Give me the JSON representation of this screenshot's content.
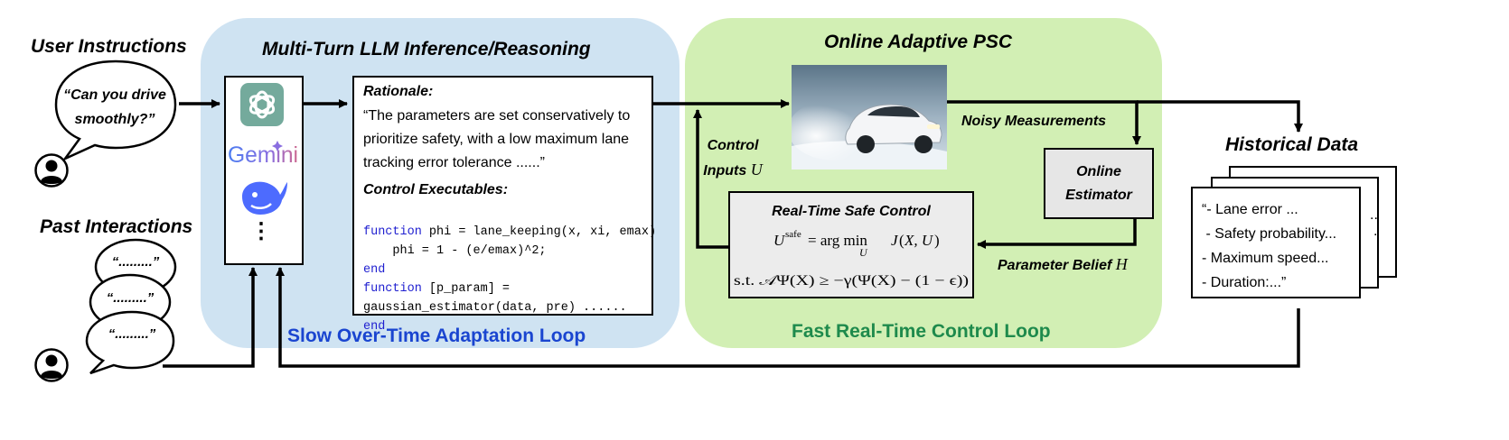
{
  "titles": {
    "user_instructions": "User Instructions",
    "past_interactions": "Past Interactions",
    "llm_panel": "Multi-Turn LLM Inference/Reasoning",
    "psc_panel": "Online Adaptive PSC",
    "historical_data": "Historical Data"
  },
  "user_quote": "“Can you drive smoothly?”",
  "past_bubble_text": "“.........”",
  "llm_models": [
    "ChatGPT",
    "Gemini",
    "DeepSeek",
    "⋮"
  ],
  "rationale": {
    "label": "Rationale:",
    "text": "“The parameters are set conservatively to prioritize safety, with a low maximum lane tracking error tolerance ......”"
  },
  "control_exec": {
    "label": "Control Executables:",
    "lines": [
      {
        "kw": "function",
        "rest": " phi = lane_keeping(x, xi, emax)"
      },
      {
        "kw": "",
        "rest": "    phi = 1 - (e/emax)^2;"
      },
      {
        "kw": "end",
        "rest": ""
      },
      {
        "kw": "function",
        "rest": " [p_param] ="
      },
      {
        "kw": "",
        "rest": "gaussian_estimator(data, pre) ......"
      },
      {
        "kw": "end",
        "rest": ""
      }
    ]
  },
  "loops": {
    "slow": "Slow Over-Time Adaptation Loop",
    "fast": "Fast Real-Time Control Loop"
  },
  "labels": {
    "control_inputs": "Control Inputs",
    "control_inputs_sym": "U",
    "noisy_measurements": "Noisy Measurements",
    "online_estimator": "Online Estimator",
    "parameter_belief": "Parameter Belief",
    "parameter_belief_sym": "H"
  },
  "safe_control": {
    "title": "Real-Time Safe Control",
    "eq1": "Usafe = arg min_U  J(X, U)",
    "eq2": "s.t. 𝒜Ψ(X) ≥ −γ(Ψ(X) − (1 − ε))"
  },
  "historical": {
    "lines": [
      "“- Lane error ...",
      " - Safety probability...",
      "- Maximum speed...",
      "- Duration:...”"
    ],
    "back_fragments": [
      "..",
      "."
    ]
  },
  "colors": {
    "llm_panel": "#cfe3f2",
    "psc_panel": "#d2efb4",
    "slow_loop_text": "#1a45d0",
    "fast_loop_text": "#1e8a4c",
    "code_keyword": "#2020d0"
  }
}
